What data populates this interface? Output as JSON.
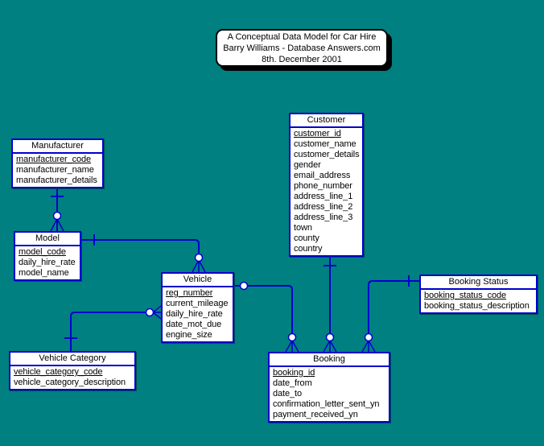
{
  "colors": {
    "background": "#008080",
    "line": "#0000cc",
    "entity_fill": "#ffffff",
    "entity_border": "#0000cc",
    "text": "#000000",
    "title_box_border": "#000000"
  },
  "title_box": {
    "lines": [
      "A Conceptual Data Model for Car Hire",
      "Barry Williams - Database Answers.com",
      "8th. December 2001"
    ]
  },
  "entities": [
    {
      "id": "manufacturer",
      "title": "Manufacturer",
      "attributes": [
        {
          "name": "manufacturer_code",
          "pk": true
        },
        {
          "name": "manufacturer_name"
        },
        {
          "name": "manufacturer_details"
        }
      ]
    },
    {
      "id": "model",
      "title": "Model",
      "attributes": [
        {
          "name": "model_code",
          "pk": true
        },
        {
          "name": "daily_hire_rate"
        },
        {
          "name": "model_name"
        }
      ]
    },
    {
      "id": "vehicle",
      "title": "Vehicle",
      "attributes": [
        {
          "name": "reg_number",
          "pk": true
        },
        {
          "name": "current_mileage"
        },
        {
          "name": "daily_hire_rate"
        },
        {
          "name": "date_mot_due"
        },
        {
          "name": "engine_size"
        }
      ]
    },
    {
      "id": "vehicle_category",
      "title": "Vehicle Category",
      "attributes": [
        {
          "name": "vehicle_category_code",
          "pk": true
        },
        {
          "name": "vehicle_category_description"
        }
      ]
    },
    {
      "id": "customer",
      "title": "Customer",
      "attributes": [
        {
          "name": "customer_id",
          "pk": true
        },
        {
          "name": "customer_name"
        },
        {
          "name": "customer_details"
        },
        {
          "name": "gender"
        },
        {
          "name": "email_address"
        },
        {
          "name": "phone_number"
        },
        {
          "name": "address_line_1"
        },
        {
          "name": "address_line_2"
        },
        {
          "name": "address_line_3"
        },
        {
          "name": "town"
        },
        {
          "name": "county"
        },
        {
          "name": "country"
        }
      ]
    },
    {
      "id": "booking_status",
      "title": "Booking Status",
      "attributes": [
        {
          "name": "booking_status_code",
          "pk": true
        },
        {
          "name": "booking_status_description"
        }
      ]
    },
    {
      "id": "booking",
      "title": "Booking",
      "attributes": [
        {
          "name": "booking_id",
          "pk": true
        },
        {
          "name": "date_from"
        },
        {
          "name": "date_to"
        },
        {
          "name": "confirmation_letter_sent_yn"
        },
        {
          "name": "payment_received_yn"
        }
      ]
    }
  ],
  "relationships": [
    {
      "from": "Manufacturer",
      "to": "Model",
      "cardinality": "one-to-zero-or-many"
    },
    {
      "from": "Model",
      "to": "Vehicle",
      "cardinality": "one-to-zero-or-many"
    },
    {
      "from": "Vehicle Category",
      "to": "Vehicle",
      "cardinality": "one-to-zero-or-many"
    },
    {
      "from": "Vehicle",
      "to": "Booking",
      "cardinality": "zero-or-one-to-zero-or-many"
    },
    {
      "from": "Customer",
      "to": "Booking",
      "cardinality": "one-to-zero-or-many"
    },
    {
      "from": "Booking Status",
      "to": "Booking",
      "cardinality": "one-to-zero-or-many"
    }
  ]
}
